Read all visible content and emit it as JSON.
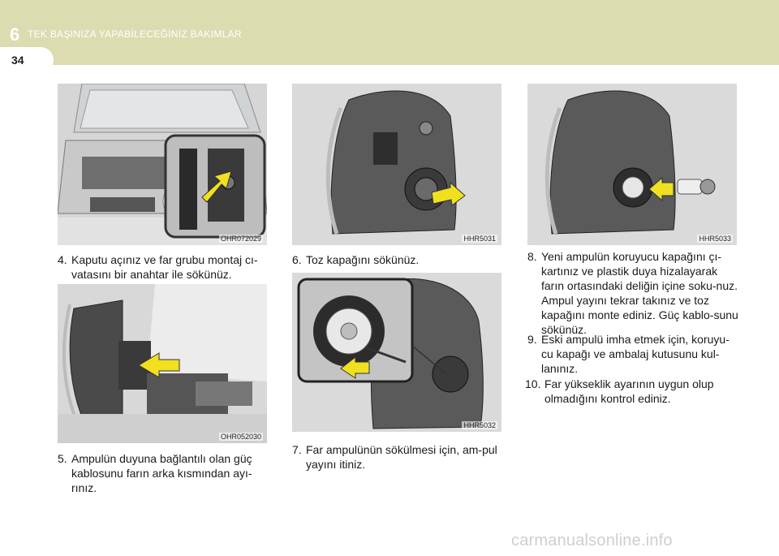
{
  "header": {
    "chapter_number": "6",
    "chapter_title": "TEK BAŞINIZA YAPABİLECEĞİNİZ BAKIMLAR",
    "page_number": "34"
  },
  "figures": {
    "fig1_code": "OHR072029",
    "fig2_code": "OHR052030",
    "fig3_code": "HHR5031",
    "fig4_code": "HHR5032",
    "fig5_code": "HHR5033"
  },
  "steps": {
    "s4_num": "4.",
    "s4_text": "Kaputu açınız ve far grubu montaj cı-vatasını bir anahtar ile sökünüz.",
    "s5_num": "5.",
    "s5_text": "Ampulün duyuna bağlantılı olan güç kablosunu farın arka kısmından ayı-rınız.",
    "s6_num": "6.",
    "s6_text": "Toz kapağını sökünüz.",
    "s7_num": "7.",
    "s7_text": "Far ampulünün sökülmesi için, am-pul yayını itiniz.",
    "s8_num": "8.",
    "s8_text": "Yeni ampulün koruyucu kapağını çı-kartınız ve plastik duya hizalayarak farın ortasındaki deliğin içine soku-nuz. Ampul yayını tekrar takınız ve toz kapağını monte ediniz. Güç kablo-sunu sökünüz.",
    "s9_num": "9.",
    "s9_text": "Eski ampulü imha etmek için, koruyu-cu kapağı ve ambalaj kutusunu kul-lanınız.",
    "s10_num": "10.",
    "s10_text": "Far yükseklik ayarının uygun olup olmadığını kontrol ediniz."
  },
  "watermark": "carmanualsonline.info",
  "colors": {
    "header_band": "#dcdcb1",
    "arrow_yellow": "#f0e020",
    "photo_gray": "#d9d9d9"
  }
}
